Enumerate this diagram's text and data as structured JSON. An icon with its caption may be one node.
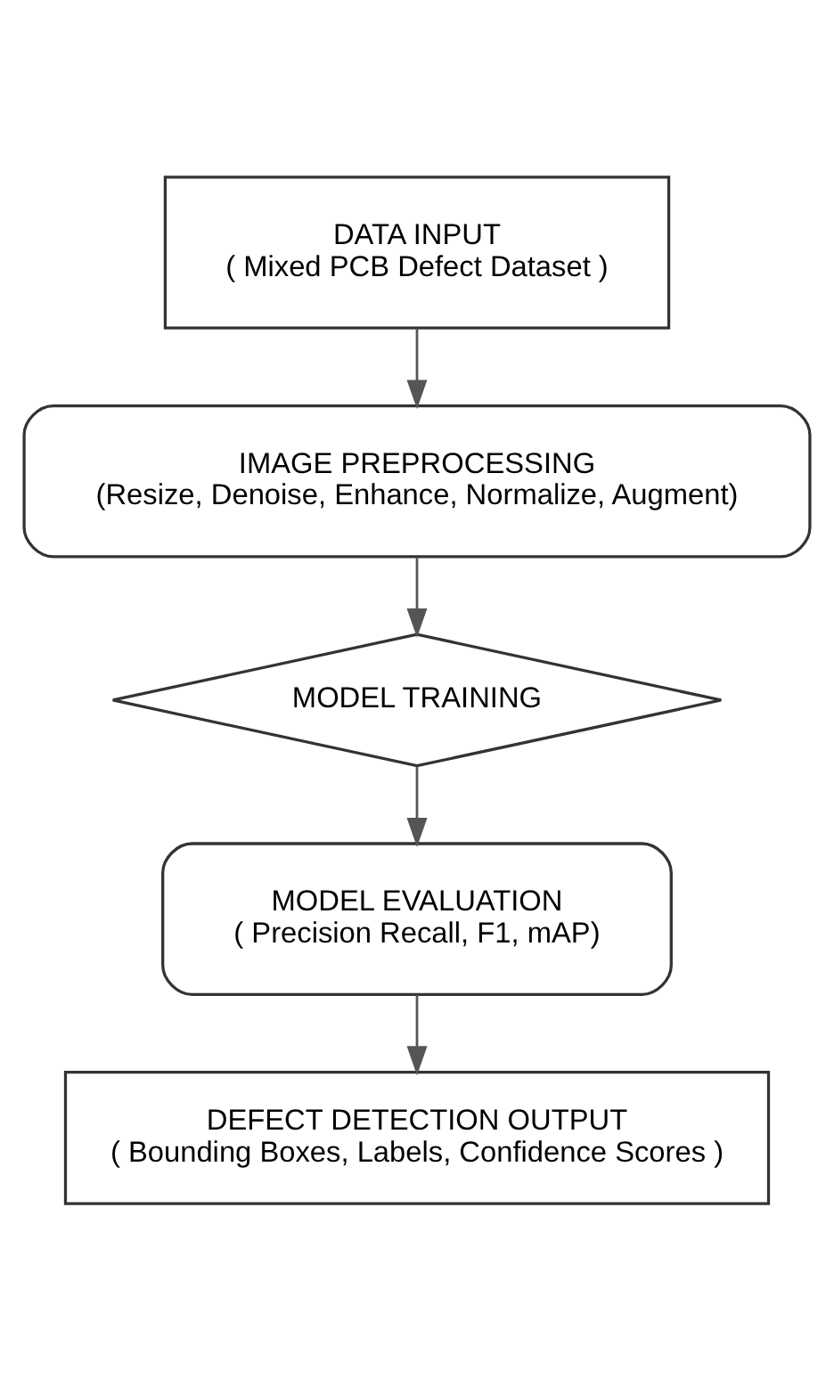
{
  "diagram": {
    "nodes": [
      {
        "text": [
          "DATA INPUT",
          "( Mixed PCB Defect Dataset )"
        ]
      },
      {
        "text": [
          "IMAGE PREPROCESSING",
          "(Resize, Denoise, Enhance, Normalize, Augment)"
        ]
      },
      {
        "text": [
          "MODEL TRAINING"
        ]
      },
      {
        "text": [
          "MODEL EVALUATION",
          "( Precision Recall, F1, mAP)"
        ]
      },
      {
        "text": [
          "DEFECT DETECTION OUTPUT",
          "( Bounding Boxes, Labels, Confidence Scores )"
        ]
      }
    ],
    "edges": [
      {
        "from": 0,
        "to": 1,
        "arrow": "to"
      },
      {
        "from": 1,
        "to": 2,
        "arrow": "to"
      },
      {
        "from": 2,
        "to": 3,
        "arrow": "to"
      },
      {
        "from": 3,
        "to": 4,
        "arrow": "to"
      }
    ]
  }
}
